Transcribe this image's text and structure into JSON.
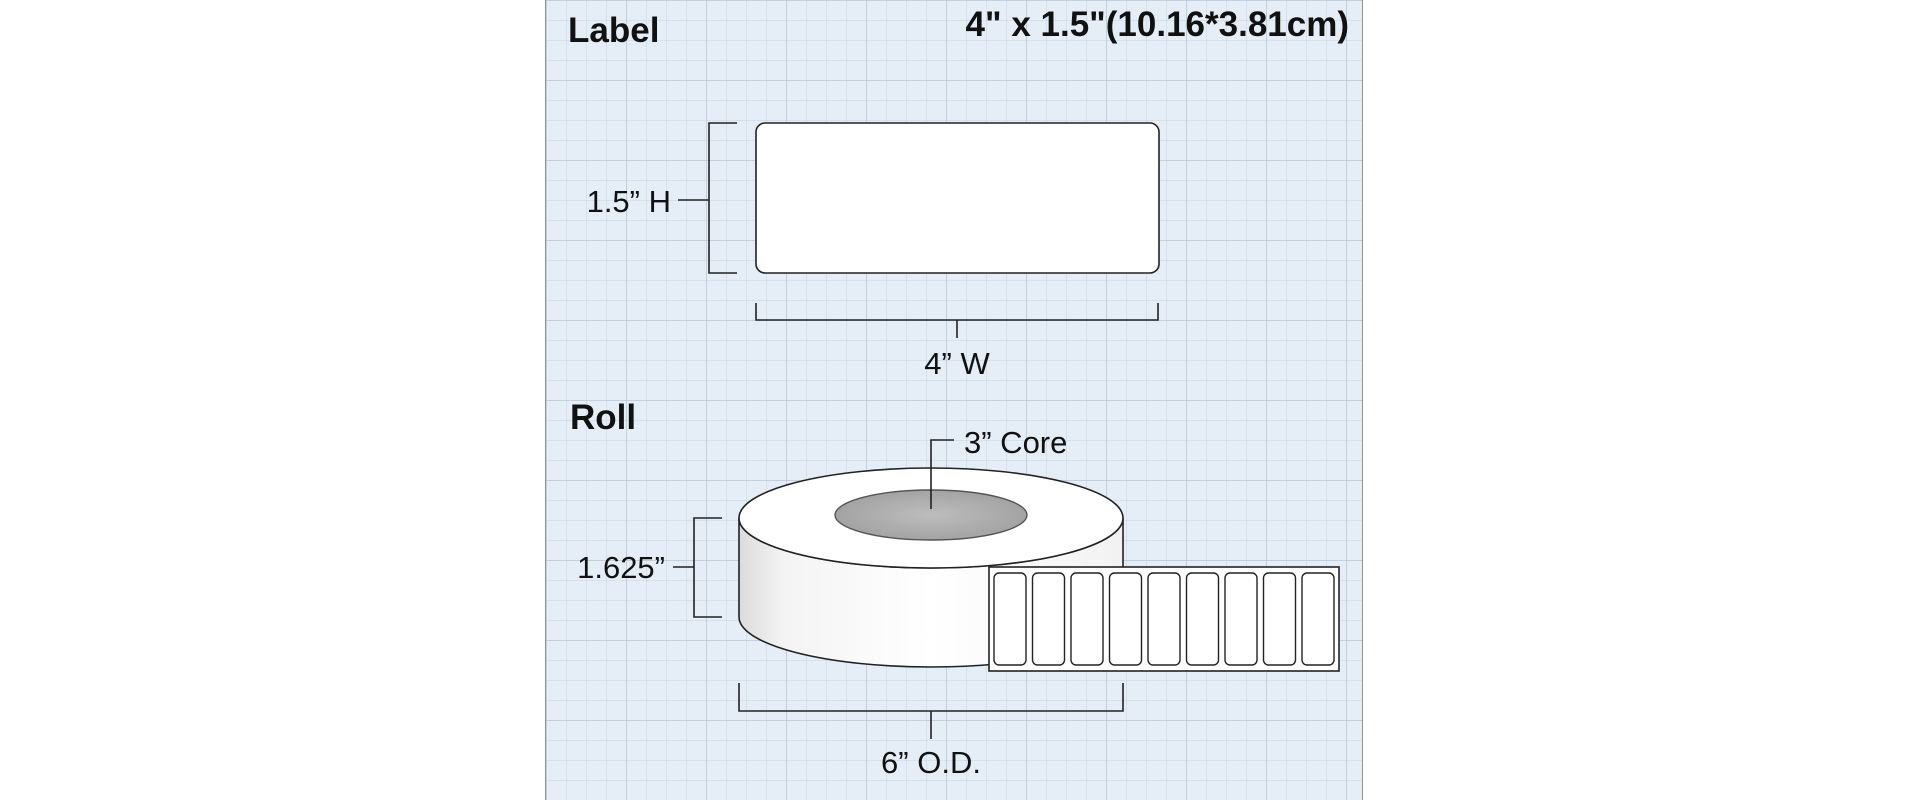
{
  "label_section": {
    "heading": "Label",
    "size_title": "4\" x 1.5\"(10.16*3.81cm)",
    "height_label": "1.5” H",
    "width_label": "4” W"
  },
  "roll_section": {
    "heading": "Roll",
    "core_label": "3” Core",
    "height_label": "1.625”",
    "diameter_label": "6” O.D.",
    "visible_label_count": 9
  },
  "colors": {
    "background": "#e5eef7",
    "grid": "#b2c3d4",
    "label_fill": "#ffffff",
    "core_fill": "#b0b0b0",
    "line": "#222222"
  }
}
